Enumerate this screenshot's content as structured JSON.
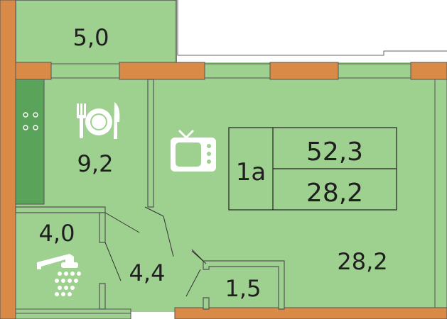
{
  "rooms": {
    "balcony": "5,0",
    "kitchen": "9,2",
    "bathroom": "4,0",
    "hall": "4,4",
    "storage": "1,5",
    "living": "28,2"
  },
  "apartment": {
    "type": "1а",
    "total_area": "52,3",
    "living_area": "28,2"
  },
  "icons": {
    "kitchen": "plate-fork-knife-icon",
    "living": "tv-icon",
    "bathroom": "shower-icon"
  },
  "colors": {
    "floor": "#9ed08f",
    "wall": "#d98a47",
    "line": "#333333",
    "icon": "#ffffff"
  }
}
